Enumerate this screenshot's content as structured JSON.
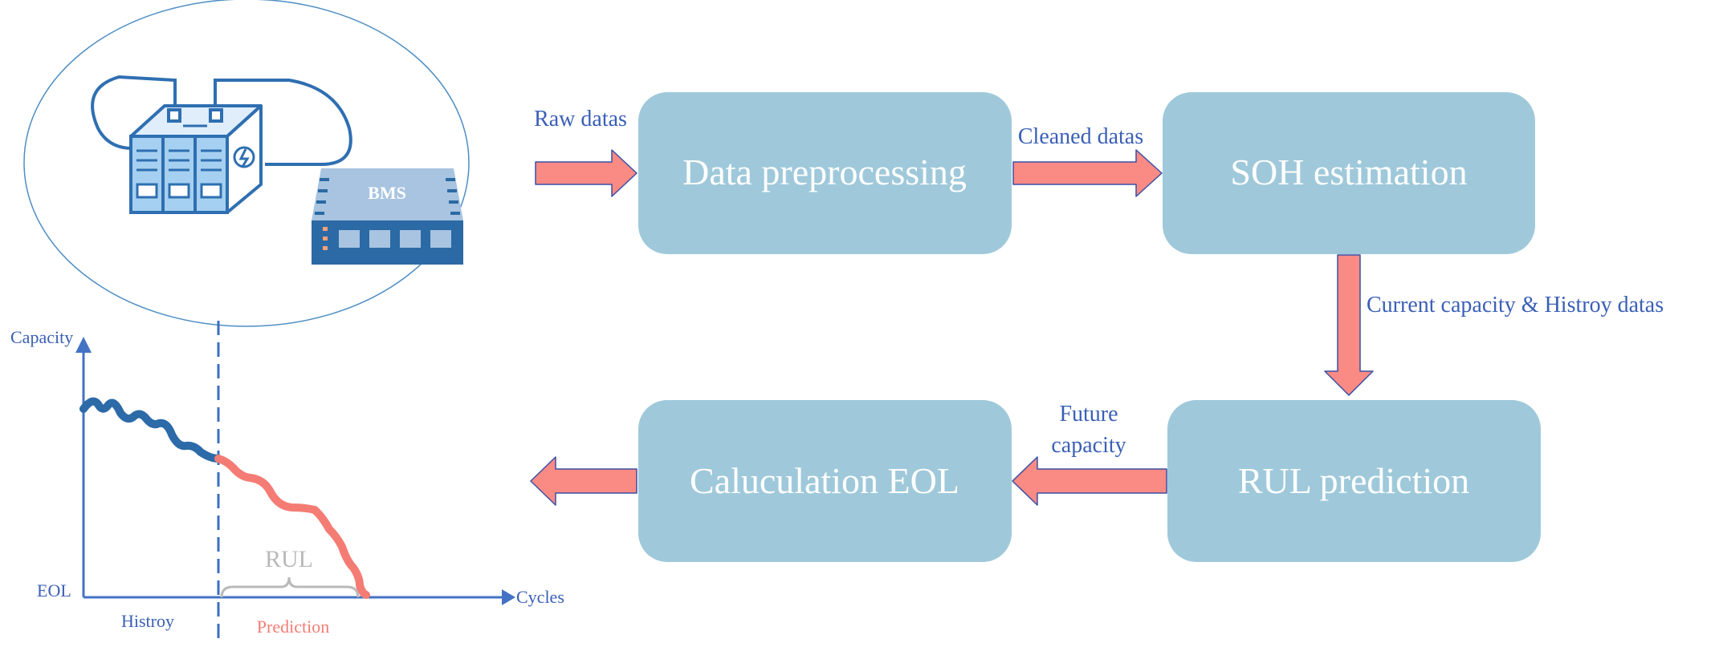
{
  "colors": {
    "box_fill": "#9fc9da",
    "box_text": "#ffffff",
    "arrow_fill": "#f98a84",
    "arrow_stroke": "#3b4fa6",
    "label_blue": "#3a5fb6",
    "history_curve": "#2c6aa8",
    "prediction_curve": "#f47c74",
    "rul_gray": "#b9b9b9",
    "ellipse_stroke": "#4e8ec4",
    "battery_dark": "#2f6fb1",
    "battery_light": "#a6d0f1",
    "bms_top": "#a8c4e0",
    "bms_body": "#2b6aa4",
    "bms_led": "#f4a07a"
  },
  "boxes": {
    "preprocess": "Data preprocessing",
    "soh": "SOH estimation",
    "rul": "RUL prediction",
    "eol": "Caluculation EOL"
  },
  "arrow_labels": {
    "raw": "Raw datas",
    "cleaned": "Cleaned datas",
    "current": "Current capacity & Histroy datas",
    "future_line1": "Future",
    "future_line2": "capacity"
  },
  "device": {
    "bms_label": "BMS",
    "icons": [
      "battery-pack-icon",
      "bms-device-icon"
    ]
  },
  "graph": {
    "ylabel": "Capacity",
    "xlabel": "Cycles",
    "eol_label": "EOL",
    "rul_label": "RUL",
    "history_label": "Histroy",
    "prediction_label": "Prediction"
  }
}
